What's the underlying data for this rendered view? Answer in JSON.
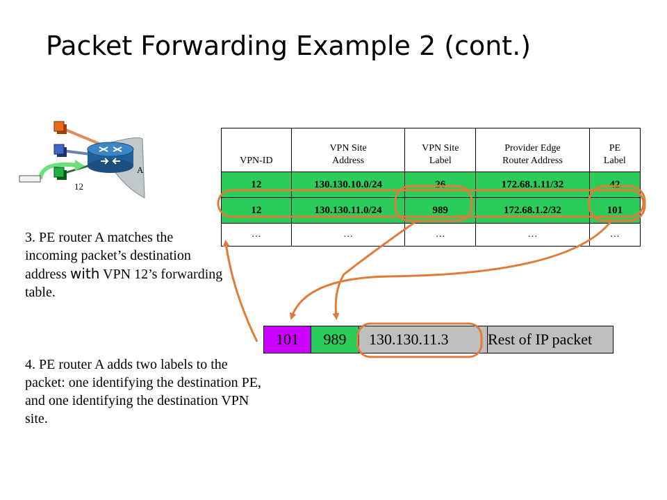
{
  "title": "Packet Forwarding Example 2 (cont.)",
  "router": {
    "label": "A",
    "vpn_label": "12"
  },
  "table": {
    "headers": [
      [
        "",
        "VPN-ID"
      ],
      [
        "VPN Site",
        "Address"
      ],
      [
        "VPN Site",
        "Label"
      ],
      [
        "Provider Edge",
        "Router Address"
      ],
      [
        "PE",
        "Label"
      ]
    ],
    "rows": [
      [
        "12",
        "130.130.10.0/24",
        "26",
        "172.68.1.11/32",
        "42"
      ],
      [
        "12",
        "130.130.11.0/24",
        "989",
        "172.68.1.2/32",
        "101"
      ],
      [
        "…",
        "…",
        "…",
        "…",
        "…"
      ]
    ]
  },
  "steps": {
    "step3_a": "3. PE router A matches the incoming packet’s destination address ",
    "step3_with": "with",
    "step3_b": " VPN 12’s forwarding table.",
    "step4": "4. PE router A adds two labels to the packet: one identifying the destination PE, and one identifying the destination VPN site."
  },
  "packet": {
    "pe_label": "101",
    "vpn_label": "989",
    "address": "130.130.11.3",
    "rest": "Rest of IP packet"
  },
  "colors": {
    "green": "#2ccc5a",
    "purple": "#cc00ff",
    "gray": "#bfbfbf",
    "arrow": "#e07b39"
  }
}
